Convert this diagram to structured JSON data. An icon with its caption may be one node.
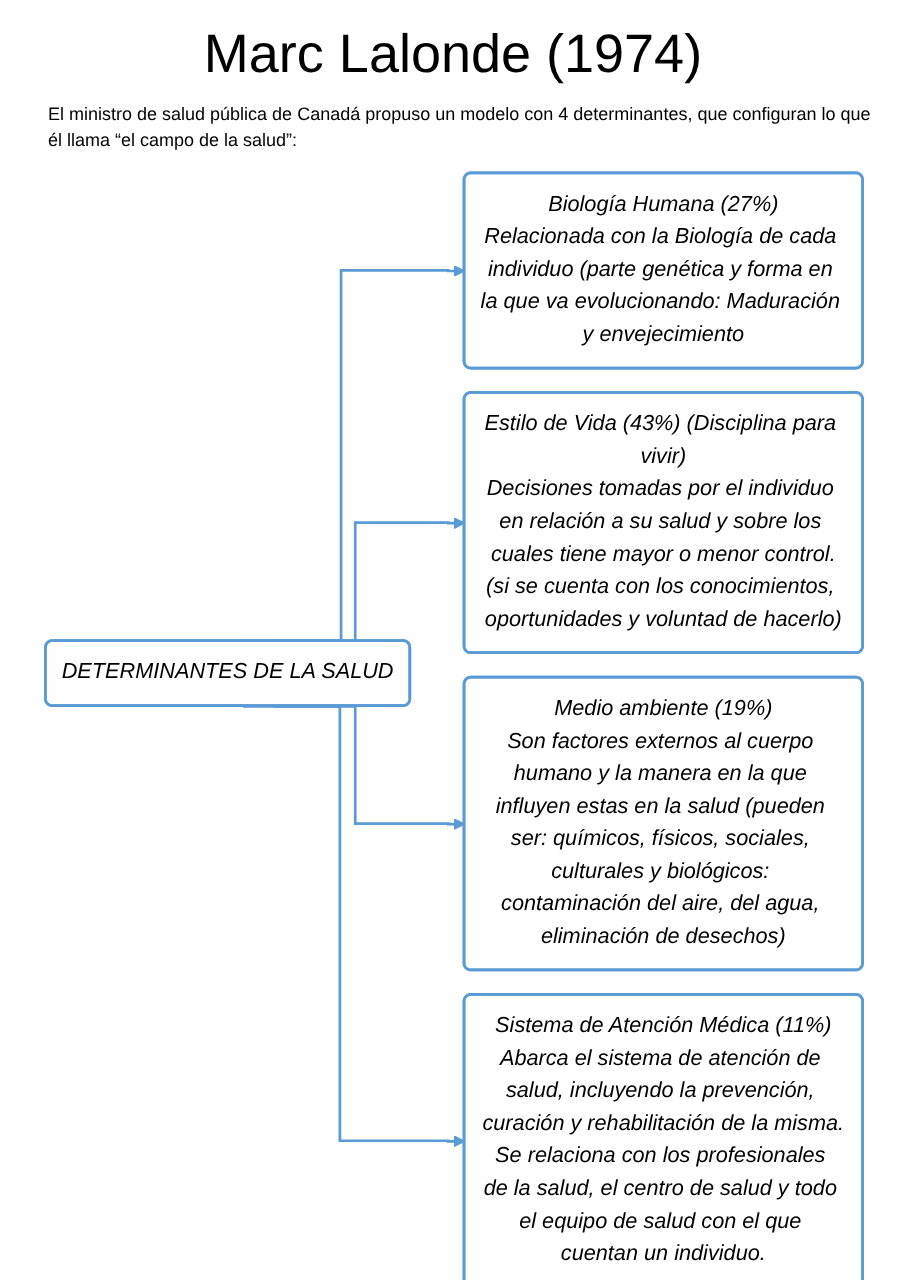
{
  "diagram": {
    "title": "Marc Lalonde (1974)",
    "nodes": [
      {
        "text": [
          "DETERMINANTES DE LA SALUD"
        ]
      },
      {
        "text": [
          "Biología Humana (27%)",
          "Relacionada con la Biología de cada individuo (parte genética y forma en la que va evolucionando: Maduración y envejecimiento"
        ]
      },
      {
        "text": [
          "Estilo de Vida (43%) (Disciplina para vivir)",
          "Decisiones tomadas por el individuo en relación a su salud y sobre los cuales tiene mayor o menor control.",
          "(si se cuenta con los conocimientos, oportunidades y voluntad de hacerlo)"
        ]
      },
      {
        "text": [
          "Medio ambiente (19%)",
          "Son factores externos al cuerpo humano y la manera en la que influyen estas en la salud (pueden ser: químicos, físicos, sociales, culturales y biológicos: contaminación del aire, del agua, eliminación de desechos)"
        ]
      },
      {
        "text": [
          "Sistema de Atención Médica (11%)",
          "Abarca el sistema de atención de salud, incluyendo la prevención, curación y rehabilitación de la misma.",
          "Se relaciona con los profesionales de la salud, el centro de salud y todo el equipo de salud con el que cuentan un individuo."
        ]
      }
    ],
    "edges": [
      {
        "from": 0,
        "to": 1,
        "arrow": "to"
      },
      {
        "from": 0,
        "to": 2,
        "arrow": "to"
      },
      {
        "from": 0,
        "to": 3,
        "arrow": "to"
      },
      {
        "from": 0,
        "to": 4,
        "arrow": "to"
      }
    ],
    "labels": [
      "El ministro de salud pública de Canadá propuso un modelo con 4 determinantes, que configuran lo que él llama “el campo de la salud”:"
    ]
  }
}
